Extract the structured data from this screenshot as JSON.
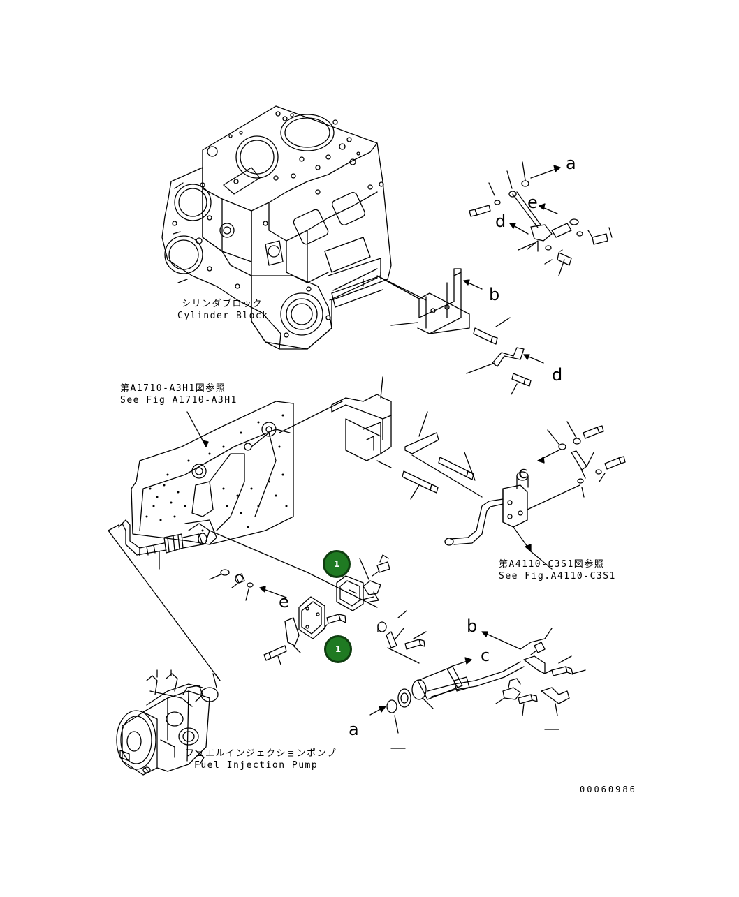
{
  "labels": {
    "cylinder_block_jp": "シリンダブロック",
    "cylinder_block_en": "Cylinder Block",
    "fig_a1710_jp": "第A1710-A3H1図参照",
    "fig_a1710_en": "See Fig A1710-A3H1",
    "fig_a4110_jp": "第A4110-C3S1図参照",
    "fig_a4110_en": "See Fig.A4110-C3S1",
    "fuel_pump_jp": "フュエルインジェクションポンプ",
    "fuel_pump_en": "Fuel Injection Pump"
  },
  "refs": {
    "a_top": "a",
    "e_top": "e",
    "d_top": "d",
    "b_top": "b",
    "d_mid": "d",
    "c_mid": "c",
    "e_low": "e",
    "b_low": "b",
    "c_low": "c",
    "a_low": "a"
  },
  "callouts": [
    {
      "label": "1"
    },
    {
      "label": "1"
    }
  ],
  "doc_number": "00060986",
  "colors": {
    "callout_fill": "#1f7a22",
    "line": "#000000"
  }
}
